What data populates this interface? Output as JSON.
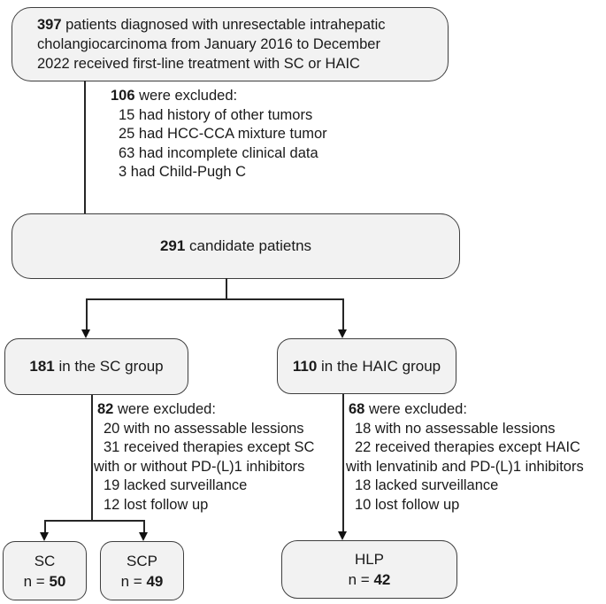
{
  "top_box": {
    "count": "397",
    "lines": [
      " patients diagnosed with unresectable intrahepatic",
      "cholangiocarcinoma from January 2016 to December",
      "2022 received first-line treatment with SC or HAIC"
    ]
  },
  "excl_top": {
    "count": "106",
    "heading": " were excluded:",
    "items": [
      "15 had history of other tumors",
      "25 had HCC-CCA mixture tumor",
      "63 had incomplete clinical data",
      "3 had Child-Pugh C"
    ]
  },
  "candidate_box": {
    "count": "291",
    "rest": " candidate patietns"
  },
  "sc_group_box": {
    "count": "181",
    "rest": " in the SC group"
  },
  "haic_group_box": {
    "count": "110",
    "rest": " in the HAIC group"
  },
  "excl_left": {
    "count": "82",
    "heading": " were excluded:",
    "items": [
      "20 with no assessable lessions",
      "31 received therapies except SC",
      "with or without PD-(L)1 inhibitors",
      "19 lacked surveillance",
      "12 lost follow up"
    ]
  },
  "excl_right": {
    "count": "68",
    "heading": " were excluded:",
    "items": [
      "18 with no assessable lessions",
      "22 received therapies except HAIC",
      "with lenvatinib and PD-(L)1 inhibitors",
      "18 lacked surveillance",
      "10 lost follow up"
    ]
  },
  "outcome_boxes": [
    {
      "label": "SC",
      "n_prefix": "n = ",
      "n": "50"
    },
    {
      "label": "SCP",
      "n_prefix": "n = ",
      "n": "49"
    },
    {
      "label": "HLP",
      "n_prefix": "n = ",
      "n": "42"
    }
  ],
  "colors": {
    "box_fill": "#f2f2f2",
    "box_border": "#3f3f3f",
    "line": "#262626",
    "text": "#1a1a1a"
  }
}
